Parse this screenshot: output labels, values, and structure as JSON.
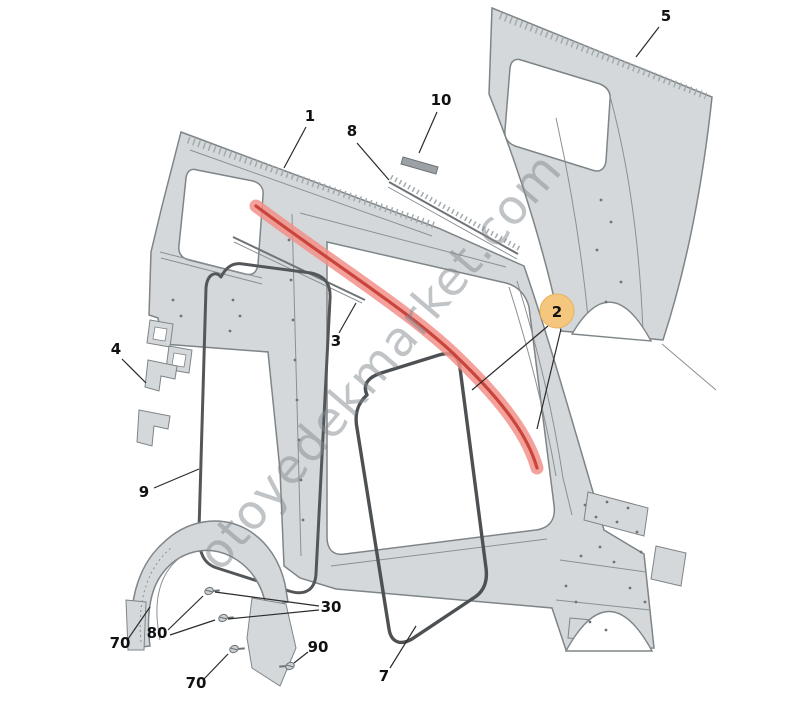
{
  "watermark": {
    "text": "otoyedekmarket.com"
  },
  "diagram": {
    "callouts": [
      "1",
      "2",
      "3",
      "4",
      "5",
      "7",
      "8",
      "9",
      "10",
      "30",
      "70",
      "80",
      "70",
      "90"
    ],
    "highlighted_callout": "2"
  },
  "colors": {
    "background": "#ffffff",
    "panel_fill": "#d4d8da",
    "panel_stroke": "#7e8588",
    "seal_stroke": "#53575a",
    "highlight_band": "#f2908a",
    "highlight_line": "#c9453c",
    "badge_fill": "#f5c77e",
    "watermark_color": "#848b91",
    "label_color": "#111111"
  }
}
